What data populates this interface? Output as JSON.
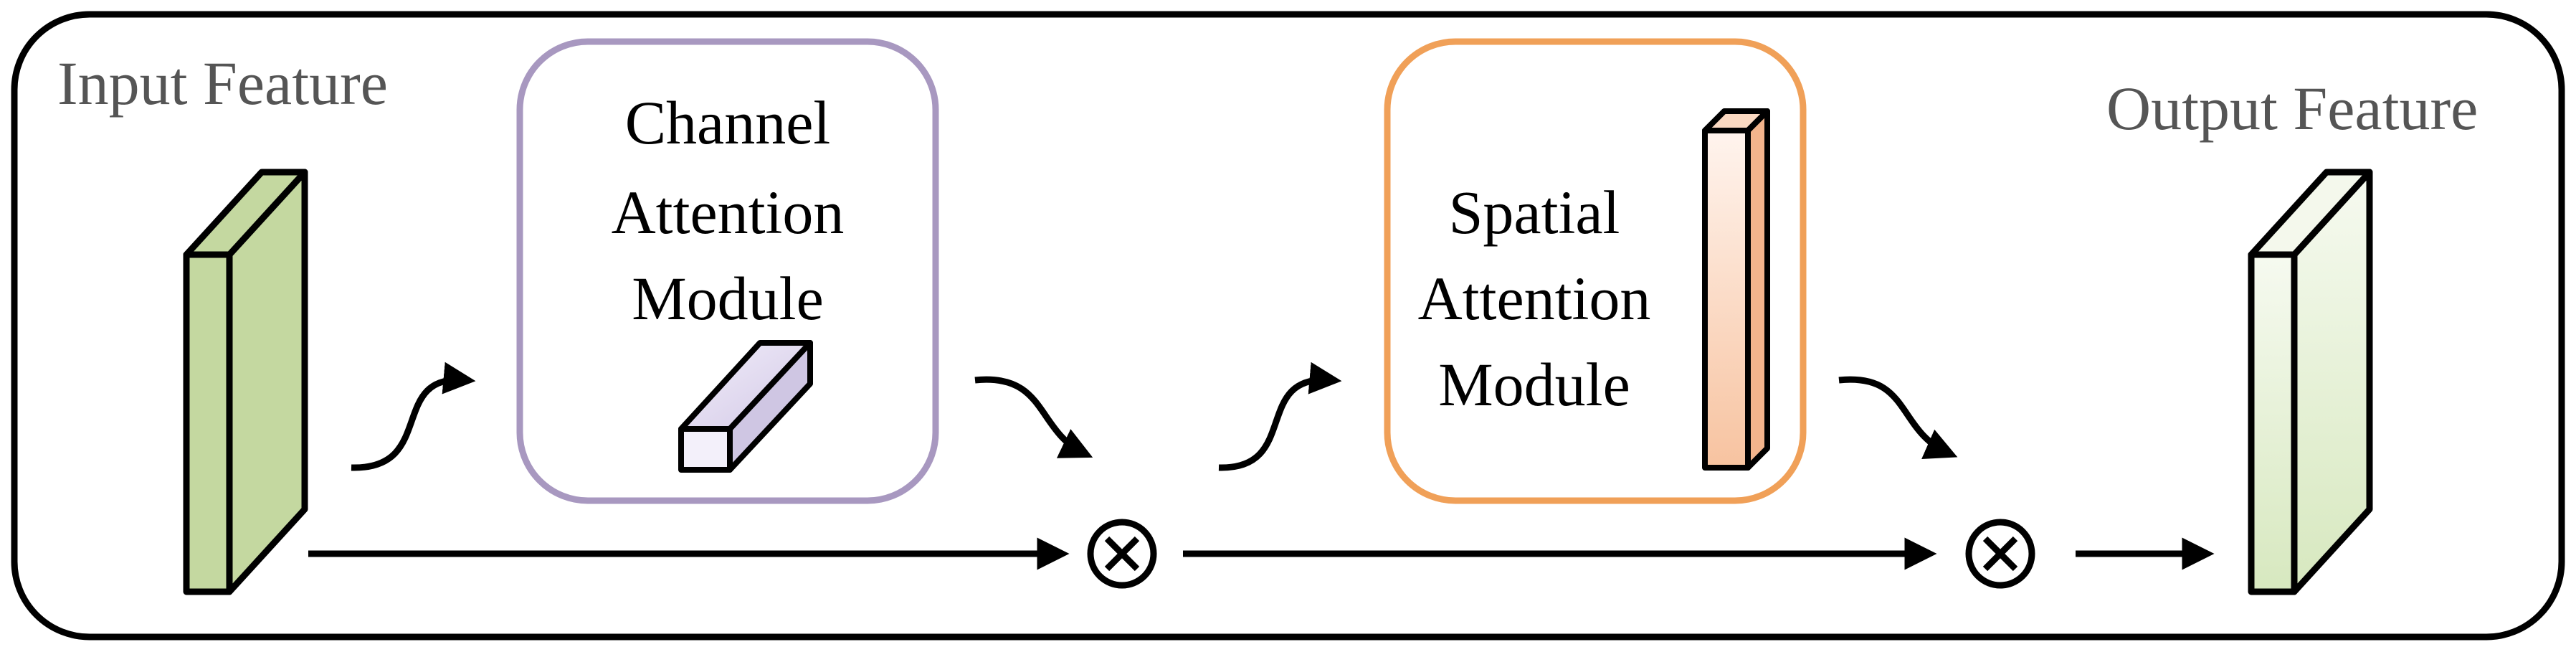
{
  "input": {
    "label": "Input Feature"
  },
  "output": {
    "label": "Output Feature"
  },
  "channel_module": {
    "lines": [
      "Channel",
      "Attention",
      "Module"
    ],
    "border_color": "#a898c0"
  },
  "spatial_module": {
    "lines": [
      "Spatial",
      "Attention",
      "Module"
    ],
    "border_color": "#f0a058"
  },
  "operators": {
    "multiply_1": "⊗",
    "multiply_2": "⊗"
  },
  "colors": {
    "input_feature": "#c4d8a0",
    "output_feature": "#e4efd4",
    "channel_block": "#d8d0ec",
    "spatial_block": "#f7c7a8",
    "outline": "#000000",
    "label_gray": "#555555"
  }
}
